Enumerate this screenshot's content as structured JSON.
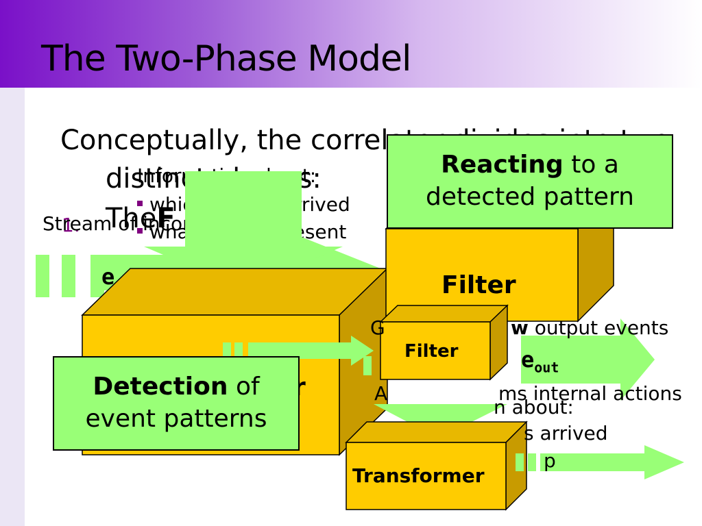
{
  "title": "The Two-Phase Model",
  "intro": {
    "line1": "Conceptually, the correlator divides into two",
    "line2": "distinct phases:",
    "line3_prefix": "The",
    "line3_bold": "F"
  },
  "info_block": {
    "heading": "Information about:",
    "items": [
      "which events arrived",
      "what data is present"
    ]
  },
  "stream_label": "Stream of incoming events",
  "list_number": "1.",
  "e_in_label": "e",
  "filter_large_label": "Filter",
  "filter_small_label": "Filter",
  "transformer_label": "Transformer",
  "cut_off_r": "r",
  "right_text": {
    "line1_prefix": "G",
    "line1_bold": "w",
    "line1_suffix": " output events",
    "eout_main": "e",
    "eout_sub": "out",
    "line2_prefix": "A",
    "line2_suffix": "ms internal actions",
    "line3": "n about:",
    "line4": "s arrived",
    "line5": "p"
  },
  "reacting_box": {
    "bold": "Reacting",
    "rest": " to a",
    "line2": "detected pattern"
  },
  "detection_box": {
    "bold": "Detection",
    "rest": " of",
    "line2": "event patterns"
  },
  "colors": {
    "box_gold": "#ffcc00",
    "box_side": "#c89b00",
    "box_top": "#e8b800",
    "arrow_green": "#99ff77",
    "label_green": "#99ff77",
    "bullet_purple": "#800080"
  }
}
